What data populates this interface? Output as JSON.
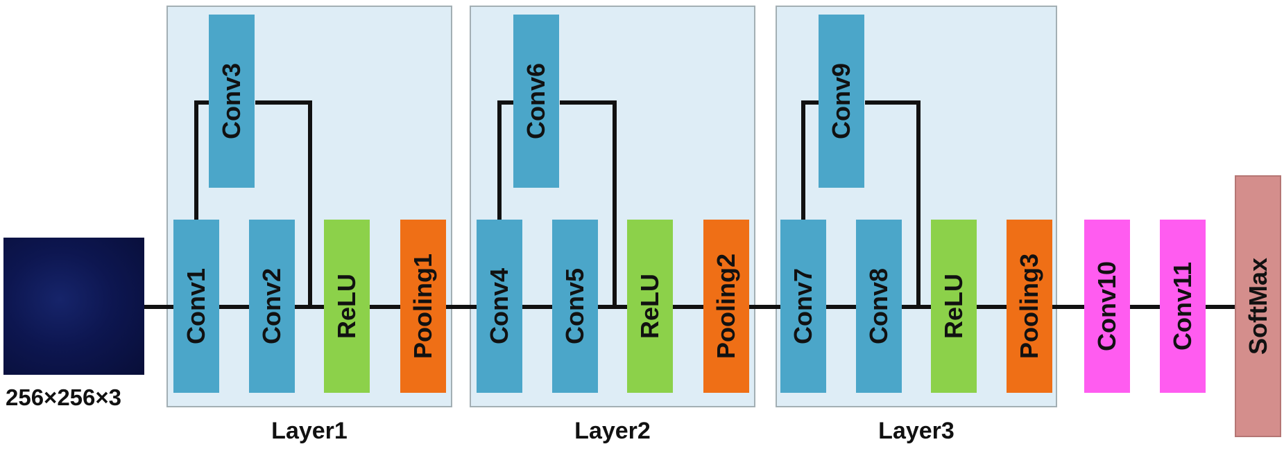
{
  "input": {
    "dims": "256×256×3"
  },
  "layers": [
    {
      "name": "Layer1",
      "branch": "Conv3",
      "main": [
        "Conv1",
        "Conv2"
      ],
      "relu": "ReLU",
      "pool": "Pooling1"
    },
    {
      "name": "Layer2",
      "branch": "Conv6",
      "main": [
        "Conv4",
        "Conv5"
      ],
      "relu": "ReLU",
      "pool": "Pooling2"
    },
    {
      "name": "Layer3",
      "branch": "Conv9",
      "main": [
        "Conv7",
        "Conv8"
      ],
      "relu": "ReLU",
      "pool": "Pooling3"
    }
  ],
  "head": {
    "conv_a": "Conv10",
    "conv_b": "Conv11",
    "softmax": "SoftMax"
  },
  "colors": {
    "conv": "#4ba6c9",
    "relu": "#8cd14a",
    "pooling": "#ef6f16",
    "head_conv": "#ff5cf0",
    "softmax": "#d48e8c",
    "layer_box": "#deedf6"
  }
}
